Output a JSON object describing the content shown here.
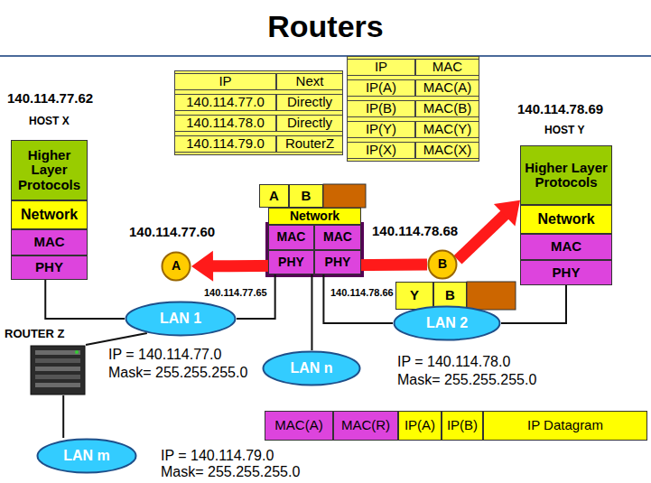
{
  "diagram": {
    "title": "Routers",
    "nodes": [
      {
        "text": [
          "IP",
          "Next",
          "140.114.77.0",
          "Directly",
          "140.114.78.0",
          "Directly",
          "140.114.79.0",
          "RouterZ"
        ]
      },
      {
        "text": [
          "IP",
          "MAC",
          "IP(A)",
          "MAC(A)",
          "IP(B)",
          "MAC(B)",
          "IP(Y)",
          "MAC(Y)",
          "IP(X)",
          "MAC(X)"
        ]
      },
      {
        "text": [
          "Higher Layer Protocols"
        ]
      },
      {
        "text": [
          "Network"
        ]
      },
      {
        "text": [
          "MAC"
        ]
      },
      {
        "text": [
          "PHY"
        ]
      },
      {
        "text": [
          "A"
        ]
      },
      {
        "text": [
          "B"
        ]
      },
      {
        "text": [
          "Network"
        ]
      },
      {
        "text": [
          "MAC"
        ]
      },
      {
        "text": [
          "MAC"
        ]
      },
      {
        "text": [
          "PHY"
        ]
      },
      {
        "text": [
          "PHY"
        ]
      },
      {
        "text": [
          "A"
        ]
      },
      {
        "text": [
          "B"
        ]
      },
      {
        "text": [
          "Higher Layer Protocols"
        ]
      },
      {
        "text": [
          "Network"
        ]
      },
      {
        "text": [
          "MAC"
        ]
      },
      {
        "text": [
          "PHY"
        ]
      },
      {
        "text": [
          "Y"
        ]
      },
      {
        "text": [
          "B"
        ]
      },
      {
        "text": [
          "LAN 1"
        ]
      },
      {
        "text": [
          "ROUTER Z"
        ]
      },
      {
        "text": [
          "LAN n"
        ]
      },
      {
        "text": [
          "LAN 2"
        ]
      },
      {
        "text": [
          "LAN m"
        ]
      },
      {
        "text": [
          "MAC(A)"
        ]
      },
      {
        "text": [
          "MAC(R)"
        ]
      },
      {
        "text": [
          "IP(A)"
        ]
      },
      {
        "text": [
          "IP(B)"
        ]
      },
      {
        "text": [
          "IP Datagram"
        ]
      }
    ],
    "edges": [
      {
        "from": 14,
        "to": 13,
        "arrow": "to"
      },
      {
        "from": 14,
        "to": 15,
        "arrow": "to"
      },
      {
        "from": 5,
        "to": 21,
        "arrow": "none"
      },
      {
        "from": 11,
        "to": 21,
        "arrow": "none"
      },
      {
        "from": 11,
        "to": 23,
        "arrow": "none"
      },
      {
        "from": 12,
        "to": 24,
        "arrow": "none"
      },
      {
        "from": 18,
        "to": 24,
        "arrow": "none"
      },
      {
        "from": 22,
        "to": 21,
        "arrow": "none"
      },
      {
        "from": 22,
        "to": 25,
        "arrow": "none"
      }
    ],
    "labels": [
      "140.114.77.62",
      "HOST X",
      "140.114.78.69",
      "HOST Y",
      "140.114.77.60",
      "140.114.78.68",
      "140.114.77.65",
      "140.114.78.66",
      "IP = 140.114.77.0",
      "Mask= 255.255.255.0",
      "IP = 140.114.78.0",
      "Mask= 255.255.255.0",
      "IP = 140.114.79.0",
      "Mask= 255.255.255.0"
    ]
  }
}
